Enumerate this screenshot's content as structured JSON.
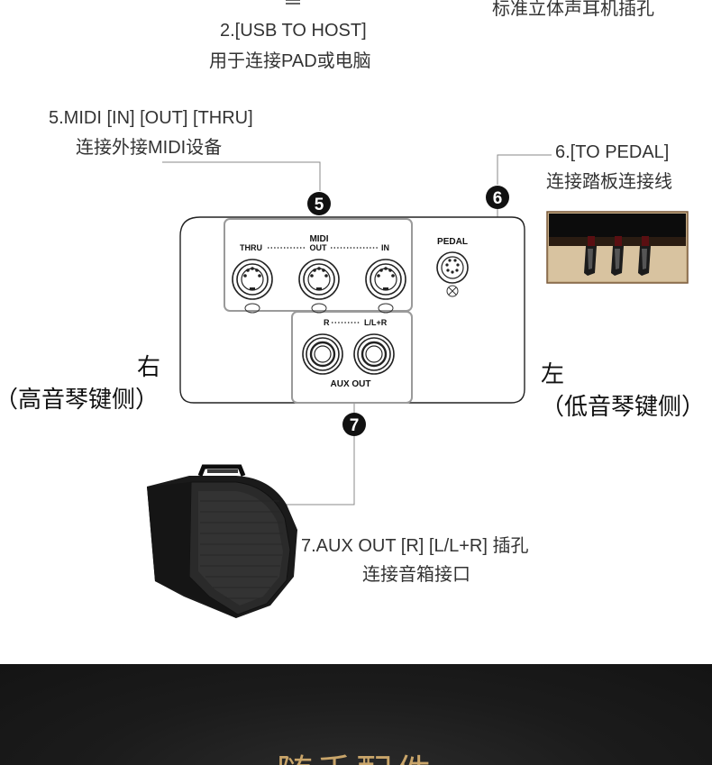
{
  "top": {
    "usb_title": "2.[USB TO HOST]",
    "usb_desc": "用于连接PAD或电脑",
    "headphone_desc": "标准立体声耳机插孔"
  },
  "midi_callout": {
    "title": "5.MIDI [IN] [OUT] [THRU]",
    "desc": "连接外接MIDI设备",
    "badge": "5"
  },
  "pedal_callout": {
    "title": "6.[TO PEDAL]",
    "desc": "连接踏板连接线",
    "badge": "6"
  },
  "aux_callout": {
    "title": "7.AUX OUT [R] [L/L+R] 插孔",
    "desc": "连接音箱接口",
    "badge": "7"
  },
  "panel": {
    "midi_label": "MIDI",
    "thru_label": "THRU",
    "out_label": "OUT",
    "in_label": "IN",
    "pedal_label": "PEDAL",
    "aux_r_label": "R",
    "aux_l_label": "L/L+R",
    "aux_out_label": "AUX  OUT"
  },
  "sides": {
    "right_char": "右",
    "right_desc": "（高音琴键侧）",
    "left_char": "左",
    "left_desc": "（低音琴键侧）"
  },
  "bottom": {
    "title": "随手配件"
  },
  "colors": {
    "line": "#8a8a8a",
    "panel_stroke": "#222222",
    "group_stroke": "#9a9a9a",
    "badge_bg": "#111111",
    "band_bg": "#1b1b1b",
    "title_gold": "#c9a56a"
  }
}
